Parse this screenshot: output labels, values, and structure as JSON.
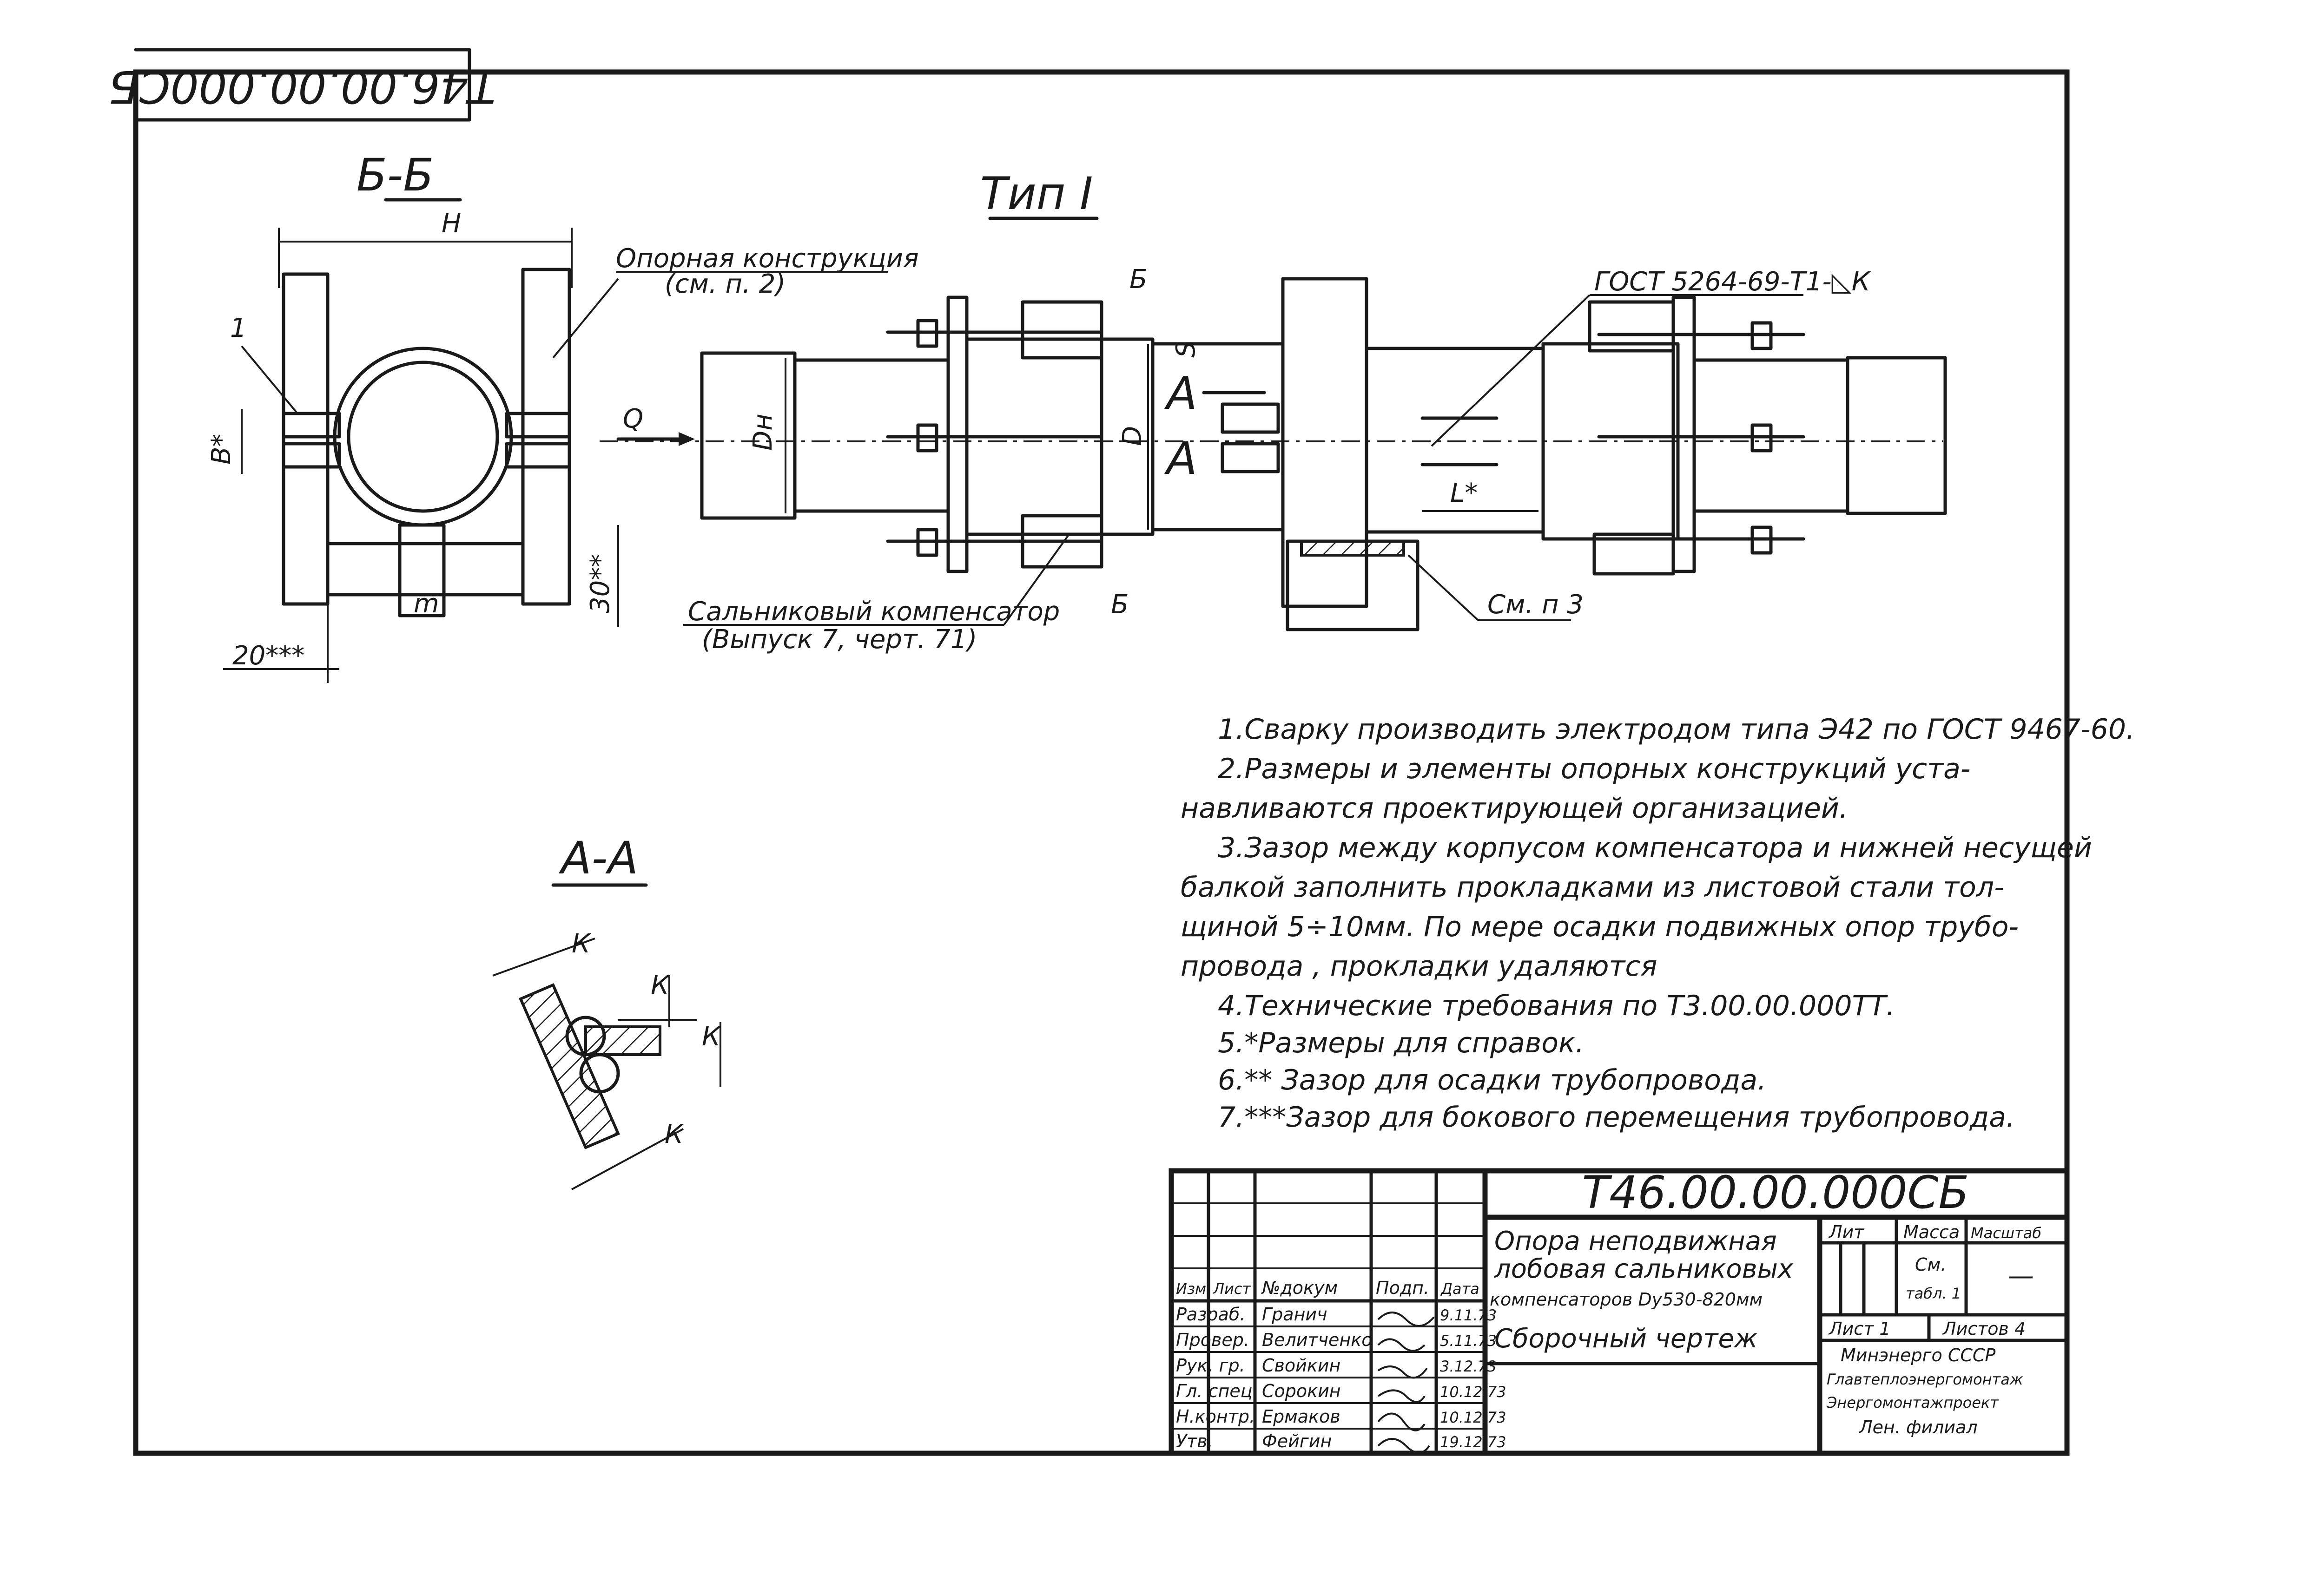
{
  "stamp_code": "Т46.00.00.000СБ",
  "views": {
    "section_bb": "Б-Б",
    "type_view": "Тип I",
    "section_aa": "А-А"
  },
  "labels": {
    "dim_h": "H",
    "support_structure_1": "Опорная конструкция",
    "support_structure_2": "(см. п. 2)",
    "item_1": "1",
    "dim_b": "B*",
    "dim_m": "m",
    "dim_30": "30**",
    "dim_20": "20***",
    "compensator_1": "Сальниковый компенсатор",
    "compensator_2": "(Выпуск 7, черт. 71)",
    "force_q": "Q",
    "dim_dn": "Dн",
    "dim_d": "D",
    "cut_b_top": "Б",
    "cut_b_bottom": "Б",
    "dim_s": "S",
    "cut_a_top": "A",
    "cut_a_bottom": "A",
    "dim_l": "L*",
    "weld_gost": "ГОСТ 5264-69-Т1-◺К",
    "see_note_3": "См. п 3",
    "weld_k1": "К",
    "weld_k2": "К",
    "weld_k3": "К",
    "weld_k4": "К"
  },
  "notes": [
    "1.Сварку производить электродом типа Э42 по ГОСТ 9467-60.",
    "2.Размеры и элементы опорных конструкций уста-",
    "навливаются проектирующей организацией.",
    "3.Зазор между корпусом компенсатора и нижней несущей",
    "балкой заполнить прокладками из листовой стали тол-",
    "щиной 5÷10мм. По мере осадки подвижных опор трубо-",
    "провода , прокладки удаляются",
    "4.Технические требования по Т3.00.00.000ТТ.",
    "5.*Размеры для справок.",
    "6.** Зазор для осадки трубопровода.",
    "7.***Зазор для бокового перемещения трубопровода."
  ],
  "title_block": {
    "doc_code": "Т46.00.00.000СБ",
    "title_1": "Опора неподвижная",
    "title_2": "лобовая сальниковых",
    "title_3": "компенсаторов Dу530-820мм",
    "title_4": "Сборочный чертеж",
    "col_headers": {
      "izm": "Изм",
      "list": "Лист",
      "doc": "№докум",
      "sign": "Подп.",
      "date": "Дата"
    },
    "signers": [
      {
        "role": "Разраб.",
        "name": "Гранич",
        "date": "9.11.73"
      },
      {
        "role": "Провер.",
        "name": "Велитченко",
        "date": "5.11.73"
      },
      {
        "role": "Рук. гр.",
        "name": "Свойкин",
        "date": "3.12.73"
      },
      {
        "role": "Гл. спец.",
        "name": "Сорокин",
        "date": "10.12.73"
      },
      {
        "role": "Н.контр.",
        "name": "Ермаков",
        "date": "10.12.73"
      },
      {
        "role": "Утв.",
        "name": "Фейгин",
        "date": "19.12.73"
      }
    ],
    "lit": "Лит",
    "mass": "Масса",
    "scale": "Масштаб",
    "mass_value_1": "См.",
    "mass_value_2": "табл. 1",
    "scale_value": "—",
    "sheet": "Лист 1",
    "sheets": "Листов 4",
    "org_1": "Минэнерго СССР",
    "org_2": "Главтеплоэнергомонтаж",
    "org_3": "Энергомонтажпроект",
    "org_4": "Лен. филиал"
  }
}
